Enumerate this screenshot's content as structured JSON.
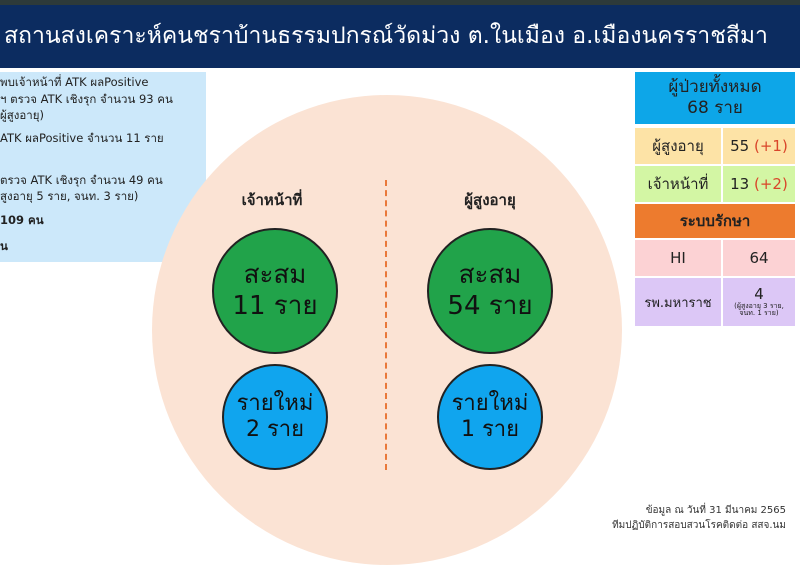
{
  "title": "สถานสงเคราะห์คนชราบ้านธรรมปกรณ์วัดม่วง ต.ในเมือง อ.เมืองนครราชสีมา",
  "left_panel": {
    "lines": [
      "พบเจ้าหน้าที่ ATK ผลPositive",
      "ัฯ ตรวจ ATK เชิงรุก จำนวน 93 คน",
      "ผู้สูงอายุ)",
      "ATK ผลPositive จำนวน 11 ราย",
      "ตรวจ ATK เชิงรุก จำนวน 49 คน",
      "สูงอายุ 5 ราย, จนท. 3 ราย)",
      "109 คน",
      "น"
    ]
  },
  "center": {
    "staff": {
      "header": "เจ้าหน้าที่",
      "cum_label": "สะสม",
      "cum_value": "11 ราย",
      "new_label": "รายใหม่",
      "new_value": "2 ราย"
    },
    "elderly": {
      "header": "ผู้สูงอายุ",
      "cum_label": "สะสม",
      "cum_value": "54 ราย",
      "new_label": "รายใหม่",
      "new_value": "1 ราย"
    }
  },
  "summary": {
    "total_label": "ผู้ป่วยทั้งหมด",
    "total_value": "68 ราย",
    "elderly_label": "ผู้สูงอายุ",
    "elderly_value": "55",
    "elderly_delta": "(+1)",
    "staff_label": "เจ้าหน้าที่",
    "staff_value": "13",
    "staff_delta": "(+2)",
    "treatment_header": "ระบบรักษา",
    "hi_label": "HI",
    "hi_value": "64",
    "hosp_label": "รพ.มหาราช",
    "hosp_value": "4",
    "hosp_note": "(ผู้สูงอายุ 3 ราย, จนท. 1 ราย)"
  },
  "footer": {
    "date": "ข้อมูล ณ วันที่ 31 มีนาคม 2565",
    "team": "ทีมปฏิบัติการสอบสวนโรคติดต่อ สสจ.นม"
  }
}
